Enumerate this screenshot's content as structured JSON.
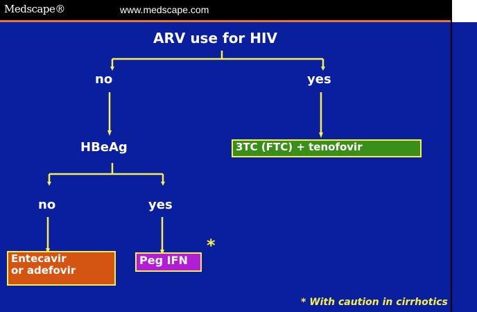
{
  "header": {
    "brand": "Medscape®",
    "url": "www.medscape.com"
  },
  "diagram": {
    "root": "ARV use for HIV",
    "left_branch": "no",
    "right_branch": "yes",
    "middle_node": "HBeAg",
    "sub_left": "no",
    "sub_right": "yes",
    "box_3tc": "3TC (FTC) + tenofovir",
    "box_entecavir": "Entecavir\nor adefovir",
    "box_peg": "Peg IFN",
    "asterisk": "*",
    "footnote": "* With caution in cirrhotics"
  },
  "colors": {
    "background": "#0a1f9e",
    "connector": "#f7f050",
    "box_3tc": "#3a8f1a",
    "box_entecavir": "#d45511",
    "box_peg": "#b21ed6",
    "header_accent": "#e87722"
  }
}
